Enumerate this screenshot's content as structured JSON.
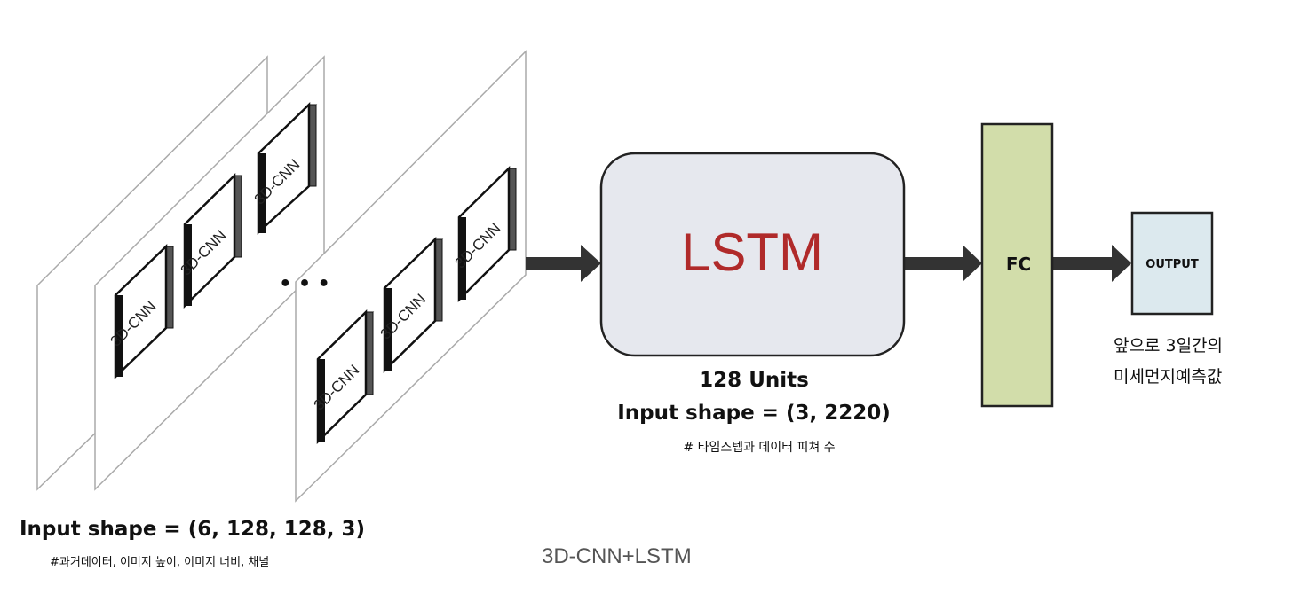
{
  "cnn_block_label": "3D-CNN",
  "ellipsis": "• • •",
  "lstm": {
    "label": "LSTM",
    "units": "128 Units",
    "input_shape": "Input shape = (3, 2220)",
    "note": "# 타임스텝과 데이터 피쳐 수"
  },
  "fc": {
    "label": "FC"
  },
  "output": {
    "label": "OUTPUT",
    "caption_line1": "앞으로 3일간의",
    "caption_line2": "미세먼지예측값"
  },
  "input": {
    "shape": "Input shape = (6, 128, 128, 3)",
    "note": "#과거데이터, 이미지 높이, 이미지 너비, 채널"
  },
  "caption": "3D-CNN+LSTM",
  "colors": {
    "lstm_fill": "#e6e8ee",
    "lstm_text": "#b02a2a",
    "fc_fill": "#d2ddaa",
    "output_fill": "#dce9ee",
    "arrow": "#333333",
    "caption_text": "#555555"
  }
}
